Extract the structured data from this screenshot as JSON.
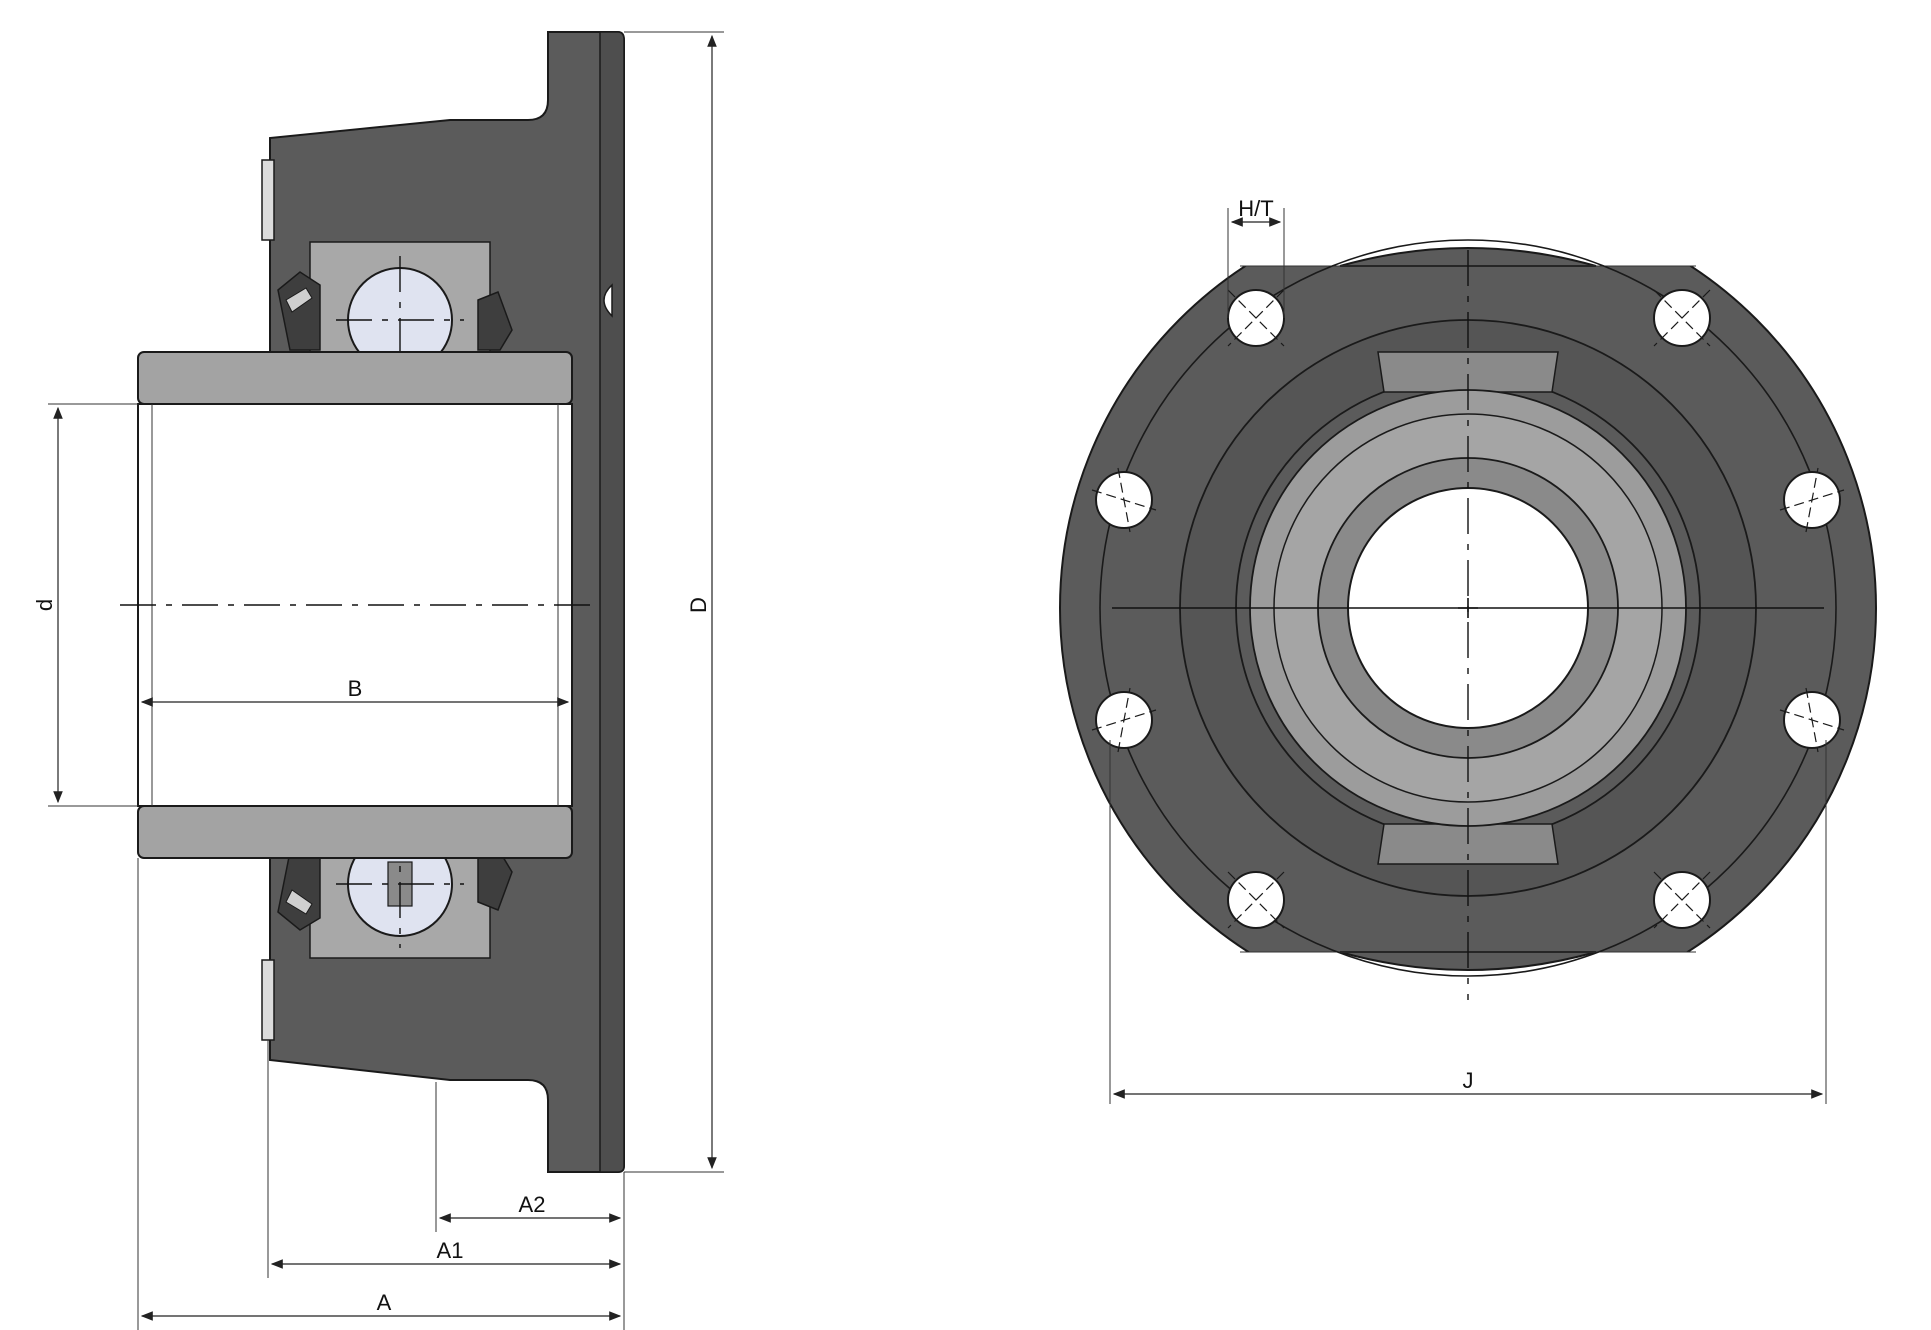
{
  "labels": {
    "d": "d",
    "b": "B",
    "big_d": "D",
    "a2": "A2",
    "a1": "A1",
    "a": "A",
    "ht": "H/T",
    "j": "J"
  },
  "colors": {
    "housing": "#5b5b5b",
    "housing_dark": "#4a4a4a",
    "sleeve": "#a3a3a3",
    "ring_light": "#9c9c9c",
    "ring_mid": "#8a8a8a",
    "ball": "#dfe3f0",
    "background": "#ffffff"
  }
}
